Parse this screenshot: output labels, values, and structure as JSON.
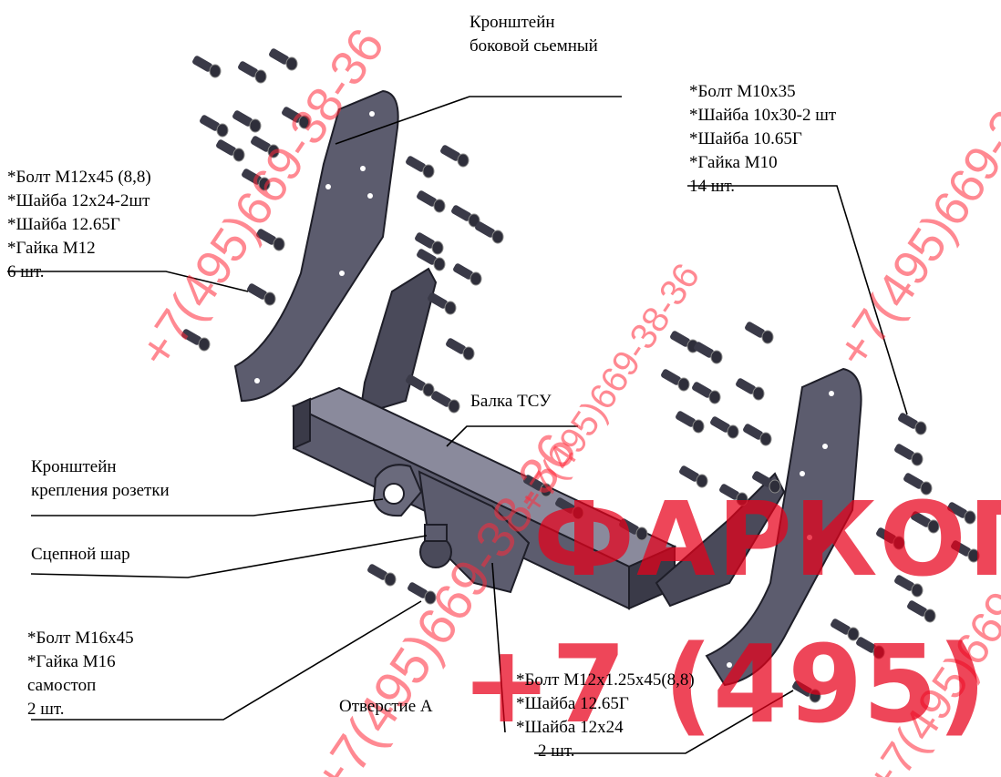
{
  "labels": {
    "bracket_side": [
      "Кронштейн",
      "боковой сьемный"
    ],
    "bolt_m10": [
      "*Болт М10х35",
      "*Шайба 10х30-2 шт",
      "*Шайба 10.65Г",
      "*Гайка М10",
      "14 шт."
    ],
    "bolt_m12": [
      "*Болт М12х45 (8,8)",
      "*Шайба 12х24-2шт",
      "*Шайба 12.65Г",
      "*Гайка М12",
      "6 шт."
    ],
    "beam": "Балка ТСУ",
    "socket_bracket": [
      "Кронштейн",
      "крепления розетки"
    ],
    "ball": "Сцепной шар",
    "bolt_m16": [
      "*Болт М16х45",
      "*Гайка М16",
      "самостоп",
      "2 шт."
    ],
    "hole_a": "Отверстие А",
    "bolt_m12_fine": [
      "*Болт М12х1.25х45(8,8)",
      "*Шайба 12.65Г",
      "*Шайба 12х24",
      "2 шт."
    ]
  },
  "watermarks": {
    "brand": "ФАРКОП",
    "phone_big": "+7 (495)",
    "phone_diag": "+7(495)669-38-36"
  },
  "colors": {
    "steel": "#5c5c6e",
    "steel_dark": "#3a3a48",
    "steel_light": "#8a8a9c",
    "watermark": "#e8001a"
  }
}
